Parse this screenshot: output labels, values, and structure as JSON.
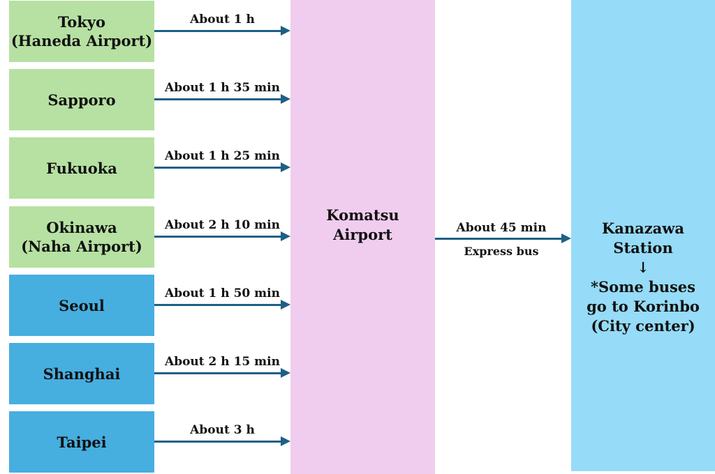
{
  "origins": [
    {
      "lines": [
        "Tokyo",
        "(Haneda Airport)"
      ],
      "region": "domestic",
      "duration": "About 1 h"
    },
    {
      "lines": [
        "Sapporo"
      ],
      "region": "domestic",
      "duration": "About 1 h 35 min"
    },
    {
      "lines": [
        "Fukuoka"
      ],
      "region": "domestic",
      "duration": "About 1 h 25 min"
    },
    {
      "lines": [
        "Okinawa",
        "(Naha Airport)"
      ],
      "region": "domestic",
      "duration": "About 2 h 10 min"
    },
    {
      "lines": [
        "Seoul"
      ],
      "region": "international",
      "duration": "About 1 h 50 min"
    },
    {
      "lines": [
        "Shanghai"
      ],
      "region": "international",
      "duration": "About 2 h 15 min"
    },
    {
      "lines": [
        "Taipei"
      ],
      "region": "international",
      "duration": "About 3 h"
    }
  ],
  "hub": {
    "line1": "Komatsu",
    "line2": "Airport"
  },
  "transfer": {
    "duration": "About 45 min",
    "mode": "Express bus"
  },
  "destination": {
    "lines": [
      "Kanazawa",
      "Station",
      "↓",
      "*Some buses",
      "go to Korinbo",
      "(City center)"
    ]
  },
  "colors": {
    "domestic": "#b6e1a2",
    "international": "#47aee0",
    "hub": "#f0cdee",
    "destination": "#96dbf7",
    "arrow": "#1f5f86"
  }
}
